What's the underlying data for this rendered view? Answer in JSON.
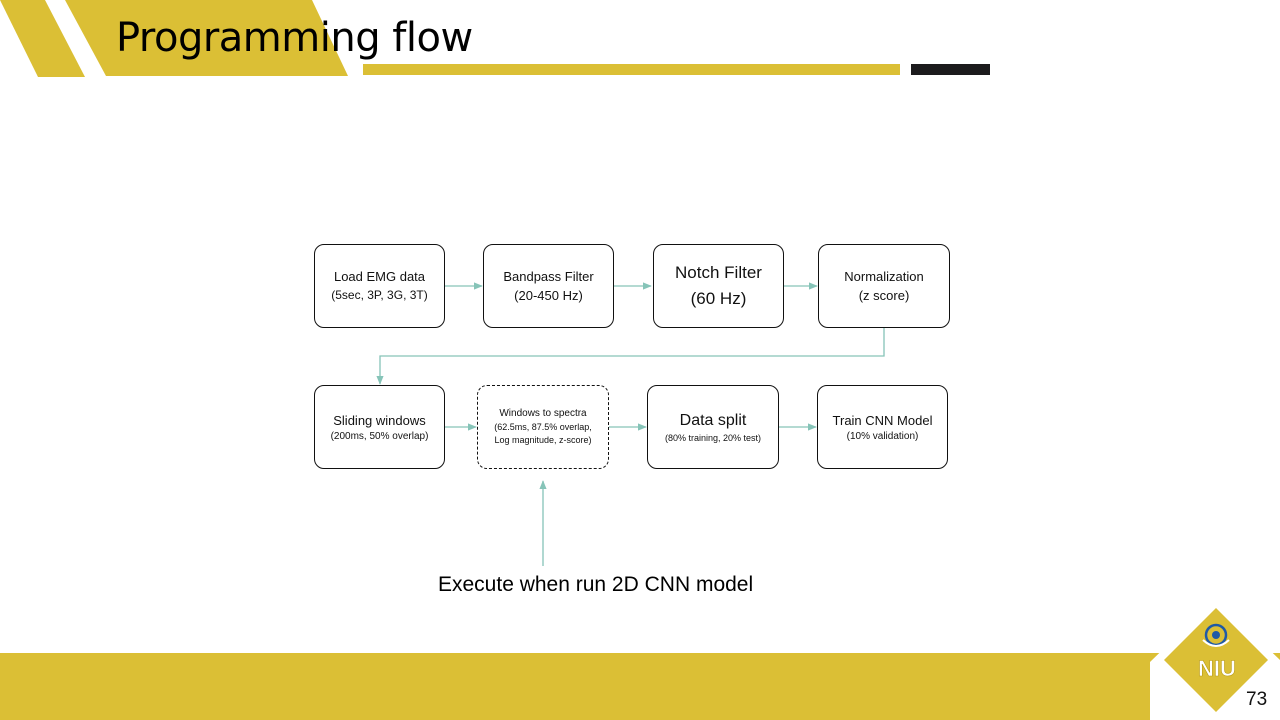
{
  "slide": {
    "title": "Programming flow",
    "page_number": "73"
  },
  "colors": {
    "gold": "#dbbf35",
    "dark": "#1c1b1d",
    "connector": "#86c4b8"
  },
  "flow": {
    "row1": [
      {
        "line1": "Load EMG data",
        "line2": "(5sec, 3P, 3G, 3T)"
      },
      {
        "line1": "Bandpass Filter",
        "line2": "(20-450 Hz)"
      },
      {
        "line1": "Notch Filter",
        "line2": "(60 Hz)"
      },
      {
        "line1": "Normalization",
        "line2": "(z score)"
      }
    ],
    "row2": [
      {
        "line1": "Sliding windows",
        "line2": "(200ms, 50% overlap)"
      },
      {
        "line1": "Windows to spectra",
        "line2": "(62.5ms, 87.5% overlap,",
        "line3": "Log magnitude, z-score)"
      },
      {
        "line1": "Data split",
        "line2": "(80% training, 20% test)"
      },
      {
        "line1": "Train CNN Model",
        "line2": "(10% validation)"
      }
    ]
  },
  "annotation": "Execute when run 2D CNN model",
  "logo": {
    "text": "NIU"
  }
}
